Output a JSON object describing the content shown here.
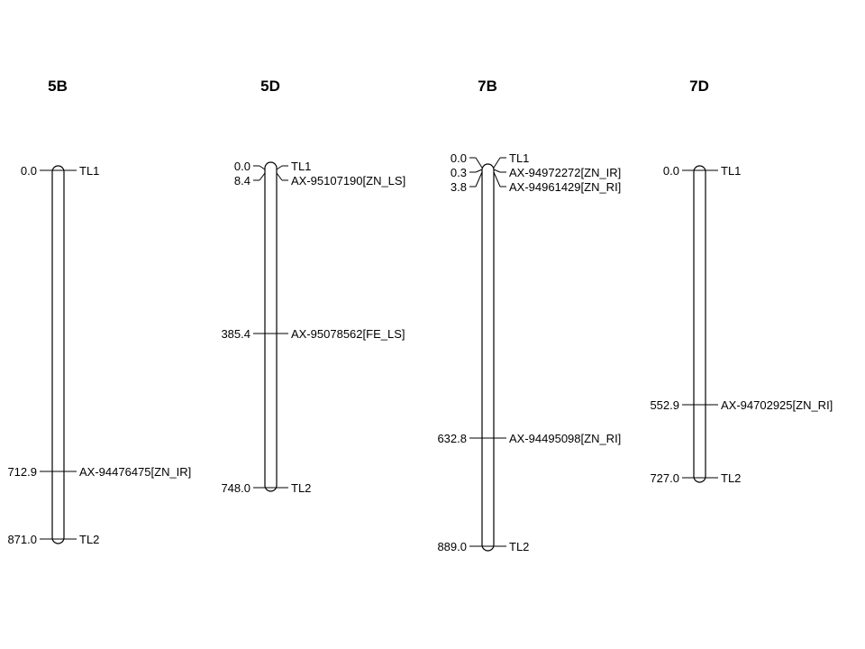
{
  "linkage_map": {
    "chromosomes": [
      {
        "name": "5B",
        "markers": [
          {
            "position": "0.0",
            "label": "TL1"
          },
          {
            "position": "712.9",
            "label": "AX-94476475[ZN_IR]"
          },
          {
            "position": "871.0",
            "label": "TL2"
          }
        ]
      },
      {
        "name": "5D",
        "markers": [
          {
            "position": "0.0",
            "label": "TL1"
          },
          {
            "position": "8.4",
            "label": "AX-95107190[ZN_LS]"
          },
          {
            "position": "385.4",
            "label": "AX-95078562[FE_LS]"
          },
          {
            "position": "748.0",
            "label": "TL2"
          }
        ]
      },
      {
        "name": "7B",
        "markers": [
          {
            "position": "0.0",
            "label": "TL1"
          },
          {
            "position": "0.3",
            "label": "AX-94972272[ZN_IR]"
          },
          {
            "position": "3.8",
            "label": "AX-94961429[ZN_RI]"
          },
          {
            "position": "632.8",
            "label": "AX-94495098[ZN_RI]"
          },
          {
            "position": "889.0",
            "label": "TL2"
          }
        ]
      },
      {
        "name": "7D",
        "markers": [
          {
            "position": "0.0",
            "label": "TL1"
          },
          {
            "position": "552.9",
            "label": "AX-94702925[ZN_RI]"
          },
          {
            "position": "727.0",
            "label": "TL2"
          }
        ]
      }
    ]
  },
  "colors": {
    "line": "#000000",
    "background": "#ffffff"
  }
}
